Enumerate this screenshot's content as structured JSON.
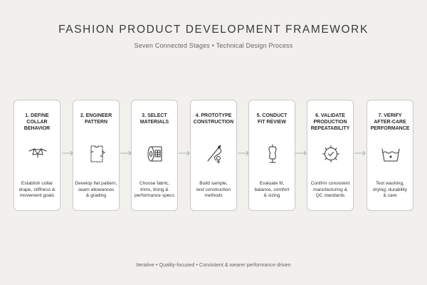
{
  "header": {
    "title": "FASHION PRODUCT DEVELOPMENT FRAMEWORK",
    "subtitle": "Seven Connected Stages • Technical Design Process"
  },
  "stages": [
    {
      "title": "1. DEFINE\nCOLLAR\nBEHAVIOR",
      "icon": "collar-icon",
      "description": "Establish collar\ndrape, stiffness &\nmovement goals"
    },
    {
      "title": "2. ENGINEER\nPATTERN",
      "icon": "pattern-icon",
      "description": "Develop flat pattern,\nseam allowances\n& grading"
    },
    {
      "title": "3. SELECT\nMATERIALS",
      "icon": "fabric-roll-icon",
      "description": "Choose fabric,\ntrims, lining &\nperformance specs"
    },
    {
      "title": "4. PROTOTYPE\nCONSTRUCTION",
      "icon": "needle-thread-icon",
      "description": "Build sample,\ntest construction\nmethods"
    },
    {
      "title": "5. CONDUCT\nFIT REVIEW",
      "icon": "dress-form-icon",
      "description": "Evaluate fit,\nbalance, comfort\n& sizing"
    },
    {
      "title": "6. VALIDATE\nPRODUCTION\nREPEATABILITY",
      "icon": "gear-check-icon",
      "description": "Confirm consistent\nmanufacturing &\nQC standards"
    },
    {
      "title": "7. VERIFY\nAFTER-CARE\nPERFORMANCE",
      "icon": "wash-care-icon",
      "description": "Test washing,\ndrying, durability\n& care"
    }
  ],
  "footer": {
    "text": "Iterative • Quality-focused • Consistent & wearer performance driven"
  }
}
